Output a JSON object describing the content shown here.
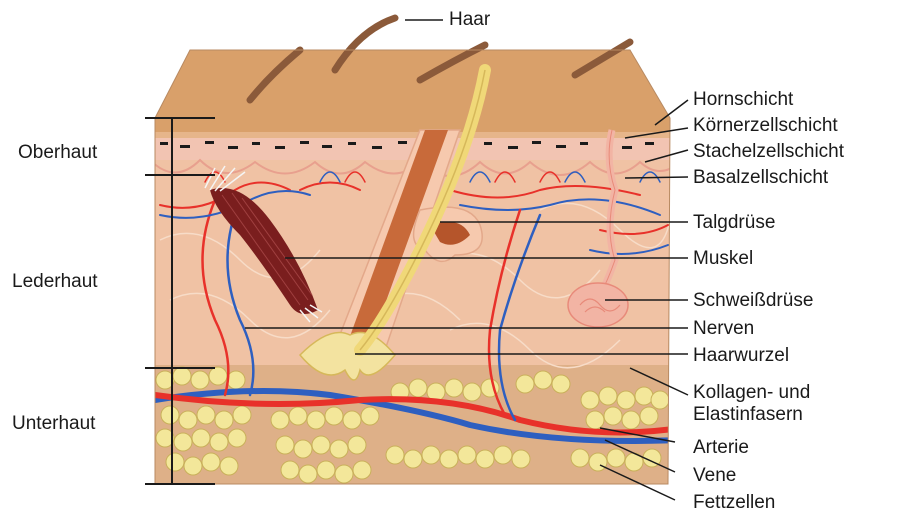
{
  "labels": {
    "haar": "Haar",
    "hornschicht": "Hornschicht",
    "koernerzellschicht": "Körnerzellschicht",
    "stachelzellschicht": "Stachelzellschicht",
    "basalzellschicht": "Basalzellschicht",
    "talgdruese": "Talgdrüse",
    "muskel": "Muskel",
    "schweissdruese": "Schweißdrüse",
    "nerven": "Nerven",
    "haarwurzel": "Haarwurzel",
    "kollagen_line1": "Kollagen- und",
    "kollagen_line2": "Elastinfasern",
    "arterie": "Arterie",
    "vene": "Vene",
    "fettzellen": "Fettzellen",
    "oberhaut": "Oberhaut",
    "lederhaut": "Lederhaut",
    "unterhaut": "Unterhaut"
  },
  "colors": {
    "epidermis_top": "#d9a06a",
    "stratum_spinosum": "#f2c4b2",
    "dermis": "#f0c2a4",
    "hypodermis": "#deb088",
    "fat_cell": "#f3e79a",
    "hair": "#8b5a3a",
    "artery": "#e8312a",
    "vein": "#2e5fc0",
    "muscle": "#7a1e1e"
  }
}
